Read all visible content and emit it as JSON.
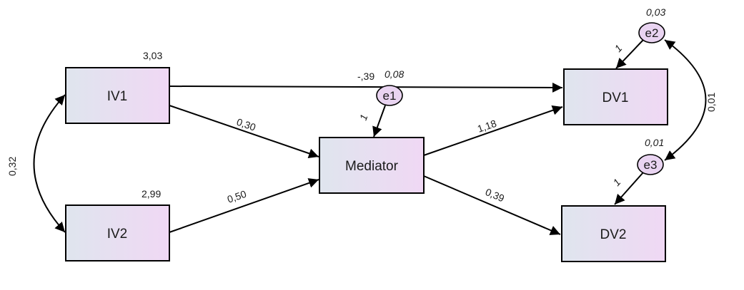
{
  "nodes": {
    "iv1": "IV1",
    "iv2": "IV2",
    "mediator": "Mediator",
    "dv1": "DV1",
    "dv2": "DV2"
  },
  "errors": {
    "e1": "e1",
    "e2": "e2",
    "e3": "e3"
  },
  "variances": {
    "iv1": "3,03",
    "iv2": "2,99",
    "e1": "0,08",
    "e2": "0,03",
    "e3": "0,01"
  },
  "paths": {
    "iv1_dv1": "-,39",
    "iv1_mediator": "0,30",
    "iv2_mediator": "0,50",
    "mediator_dv1": "1,18",
    "mediator_dv2": "0,39",
    "e1_mediator": "1",
    "e2_dv1": "1",
    "e3_dv2": "1"
  },
  "covariances": {
    "iv1_iv2": "0,32",
    "e2_e3": "0,01"
  },
  "colors": {
    "box_left": "#dfe5ee",
    "box_right": "#f0d8f4",
    "error_fill": "#e9d4f1"
  }
}
